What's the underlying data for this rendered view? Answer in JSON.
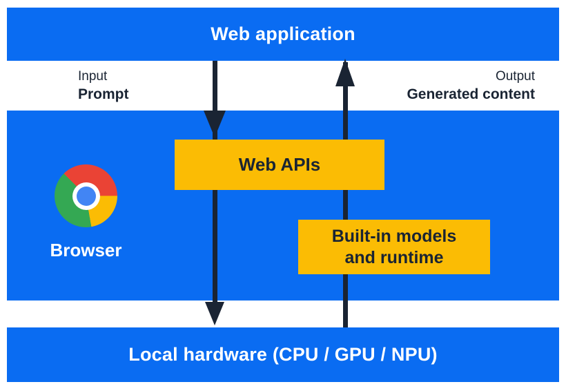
{
  "diagram": {
    "title_bar": {
      "label": "Web application"
    },
    "io_gap": {
      "input_title": "Input",
      "input_value": "Prompt",
      "output_title": "Output",
      "output_value": "Generated content"
    },
    "browser_band": {
      "logo_icon": "chrome-logo",
      "label": "Browser",
      "boxes": {
        "web_apis": "Web APIs",
        "builtin_line1": "Built-in models",
        "builtin_line2": "and runtime"
      }
    },
    "bottom_bar": {
      "label": "Local hardware (CPU / GPU / NPU)"
    },
    "arrows": {
      "down_flow": "prompt-from-web-application-to-local-hardware",
      "up_flow": "generated-content-from-local-hardware-to-web-application"
    },
    "colors": {
      "band_blue": "#0a6cf2",
      "box_yellow": "#fbbc04",
      "arrow_navy": "#1a2433",
      "text_white": "#ffffff",
      "chrome_red": "#ea4335",
      "chrome_green": "#34a853",
      "chrome_yellow": "#fbbc04",
      "chrome_blue": "#4285f4"
    }
  }
}
